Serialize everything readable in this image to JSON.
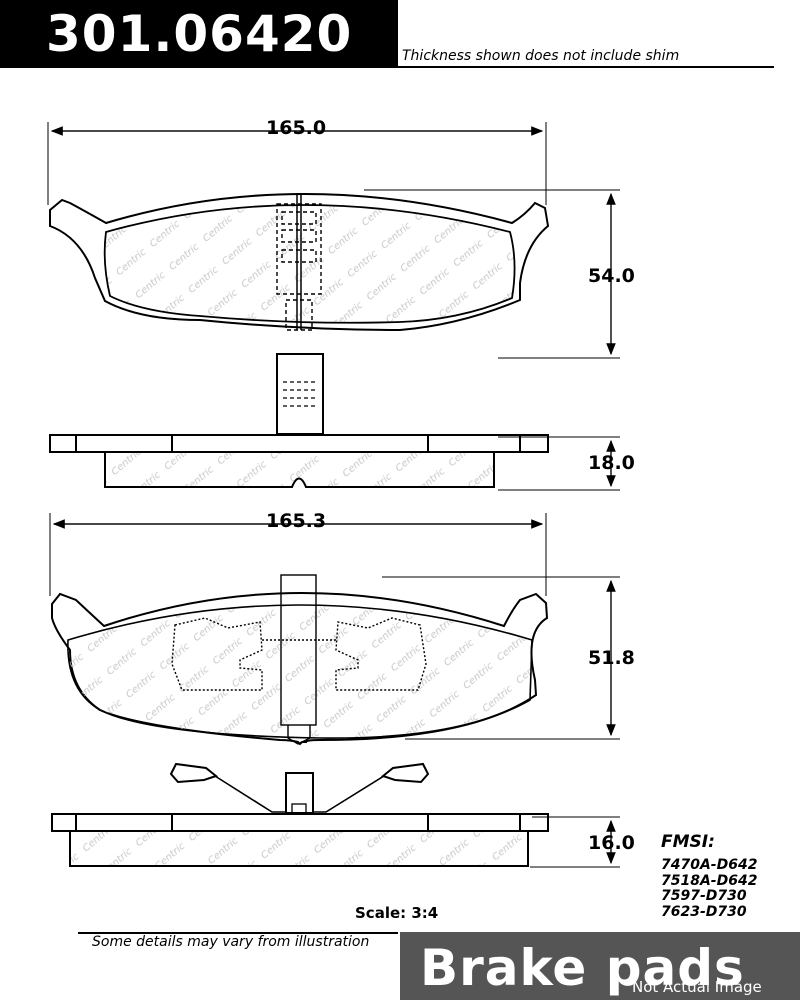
{
  "header": {
    "part_number": "301.06420",
    "note": "Thickness shown does not include shim"
  },
  "dimensions": {
    "top_width": "165.0",
    "top_height": "54.0",
    "top_thickness": "18.0",
    "bottom_width": "165.3",
    "bottom_height": "51.8",
    "bottom_thickness": "16.0"
  },
  "fmsi": {
    "title": "FMSI:",
    "codes": [
      "7470A-D642",
      "7518A-D642",
      "7597-D730",
      "7623-D730"
    ]
  },
  "scale": "Scale: 3:4",
  "footer": {
    "note": "Some details may vary from illustration",
    "title": "Brake pads",
    "disclaimer": "Not Actual Image"
  },
  "friction_logo_text": "Centric",
  "colors": {
    "banner": "#000000",
    "brand_box": "#555555",
    "pad_fill": "#f2f2f2",
    "logo_tint": "#c8c8c8"
  }
}
